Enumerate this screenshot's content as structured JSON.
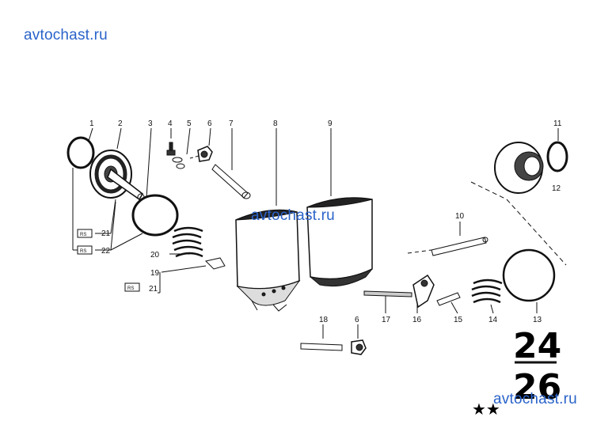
{
  "watermarks": {
    "top": "avtochast.ru",
    "center": "avtochast.ru",
    "bottom": "avtochast.ru"
  },
  "callouts": {
    "n1": "1",
    "n2": "2",
    "n3": "3",
    "n4": "4",
    "n5": "5",
    "n6": "6",
    "n7": "7",
    "n8": "8",
    "n9": "9",
    "n10": "10",
    "n11": "11",
    "n12": "12",
    "n13": "13",
    "n14": "14",
    "n15": "15",
    "n16": "16",
    "n17": "17",
    "n18": "18",
    "n6b": "6",
    "n19": "19",
    "n20": "20",
    "n21a": "21",
    "n21b": "21",
    "n22": "22"
  },
  "rs_tag": "RS",
  "group_code": {
    "top": "24",
    "bottom": "26"
  },
  "stars": "★★"
}
